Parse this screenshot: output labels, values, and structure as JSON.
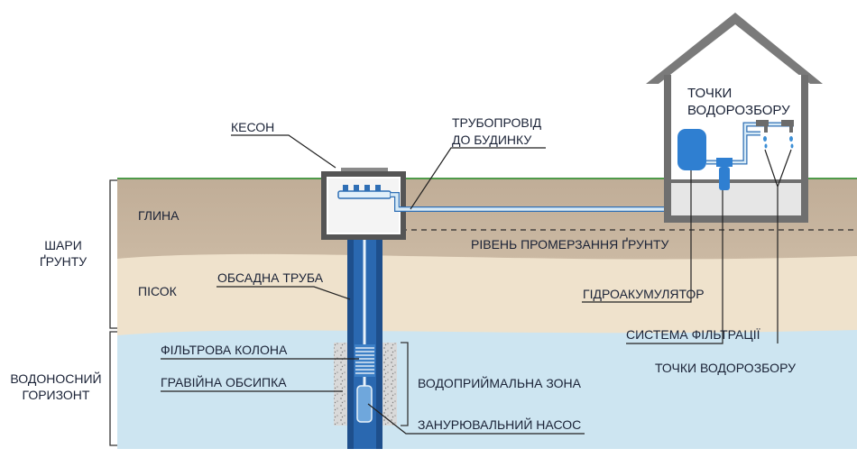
{
  "soil_layers_group": {
    "line1": "ШАРИ",
    "line2": "ҐРУНТУ"
  },
  "aquifer_group": {
    "line1": "ВОДОНОСНИЙ",
    "line2": "ГОРИЗОНТ"
  },
  "layers": {
    "clay": "ГЛИНА",
    "sand": "ПІСОК"
  },
  "frost_line": "РІВЕНЬ ПРОМЕРЗАННЯ ҐРУНТУ",
  "caisson": "КЕСОН",
  "pipeline": {
    "line1": "ТРУБОПРОВІД",
    "line2": "ДО БУДИНКУ"
  },
  "house_points": {
    "line1": "ТОЧКИ",
    "line2": "ВОДОРОЗБОРУ"
  },
  "casing_pipe": "ОБСАДНА ТРУБА",
  "filter_column": "ФІЛЬТРОВА КОЛОНА",
  "gravel_fill": "ГРАВІЙНА ОБСИПКА",
  "intake_zone": "ВОДОПРИЙМАЛЬНА ЗОНА",
  "submersible_pump": "ЗАНУРЮВАЛЬНИЙ НАСОС",
  "hydro_accumulator": "ГІДРОАКУМУЛЯТОР",
  "filtration_system": "СИСТЕМА ФІЛЬТРАЦІЇ",
  "water_points": "ТОЧКИ ВОДОРОЗБОРУ",
  "colors": {
    "grass": "#4f9a4a",
    "clay": "#c5b29c",
    "sand": "#efe2cc",
    "water": "#cde5f1",
    "casing": "#1e4f8c",
    "tank": "#2f7fd1",
    "pipe": "#d7eaf6",
    "text": "#1a2236"
  }
}
